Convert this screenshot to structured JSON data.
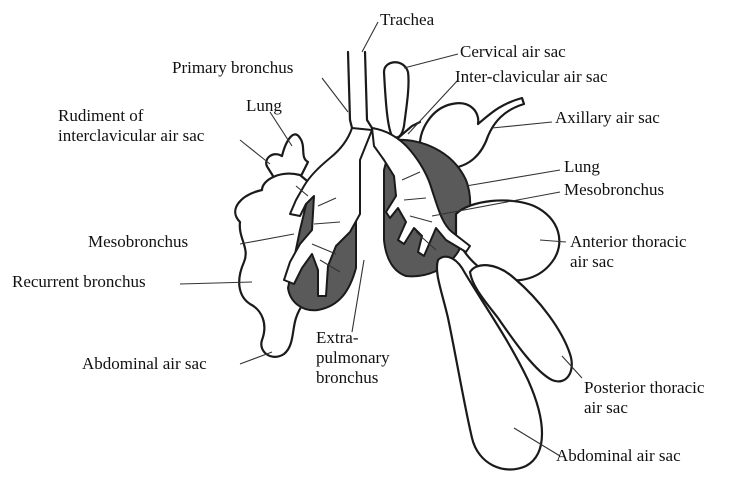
{
  "labels": {
    "trachea": "Trachea",
    "primary_bronchus": "Primary bronchus",
    "cervical_air_sac": "Cervical air sac",
    "inter_clavicular_air_sac": "Inter-clavicular air sac",
    "axillary_air_sac": "Axillary air sac",
    "lung_left": "Lung",
    "lung_right": "Lung",
    "rudiment_interclavicular": "Rudiment of\ninterclavicular air sac",
    "mesobronchus_left": "Mesobronchus",
    "mesobronchus_right": "Mesobronchus",
    "recurrent_bronchus": "Recurrent bronchus",
    "anterior_thoracic_air_sac": "Anterior thoracic\nair sac",
    "extrapulmonary_bronchus": "Extra-\npulmonary\nbronchus",
    "abdominal_air_sac_left": "Abdominal air sac",
    "posterior_thoracic_air_sac": "Posterior thoracic\nair sac",
    "abdominal_air_sac_right": "Abdominal air sac"
  },
  "colors": {
    "lung_fill": "#5a5a5a",
    "outline": "#1a1a1a",
    "background": "#ffffff"
  }
}
